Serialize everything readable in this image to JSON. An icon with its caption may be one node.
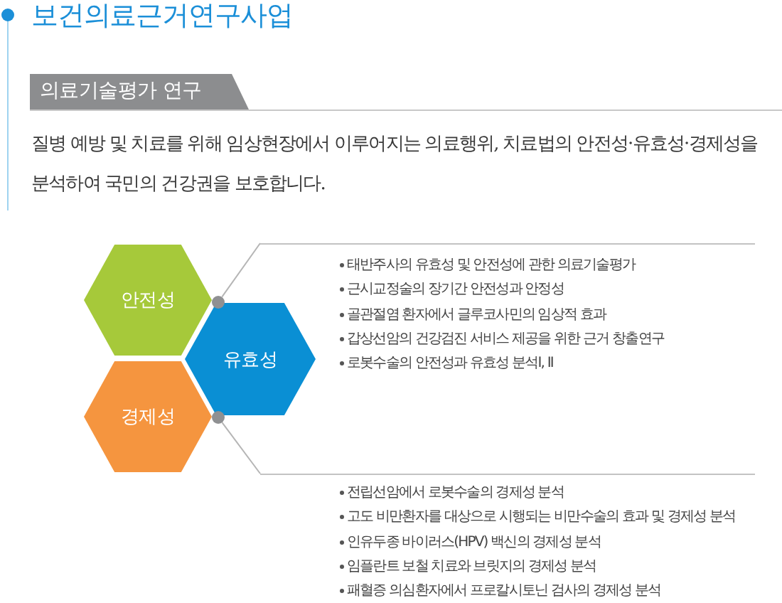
{
  "diagram": {
    "title": "보건의료근거연구사업",
    "nodes": [
      {
        "text": [
          "의료기술평가 연구"
        ]
      },
      {
        "text": [
          "안전성"
        ]
      },
      {
        "text": [
          "유효성"
        ]
      },
      {
        "text": [
          "경제성"
        ]
      },
      {
        "text": [],
        "shape": "circle"
      },
      {
        "text": [],
        "shape": "circle"
      },
      {
        "text": [
          "태반주사의 유효성 및 안전성에 관한 의료기술평가",
          "근시교정술의 장기간 안전성과 안정성",
          "골관절염 환자에서 글루코사민의 임상적 효과",
          "갑상선암의 건강검진 서비스 제공을 위한 근거 창출연구",
          "로봇수술의 안전성과 유효성 분석Ⅰ, Ⅱ"
        ]
      },
      {
        "text": [
          "전립선암에서 로봇수술의 경제성 분석",
          "고도 비만환자를 대상으로 시행되는 비만수술의 효과 및 경제성 분석",
          "인유두종 바이러스(HPV) 백신의 경제성 분석",
          "임플란트 보철 치료와 브릿지의 경제성 분석",
          "패혈증 의심환자에서 프로칼시토닌 검사의 경제성 분석"
        ]
      }
    ],
    "edges": [
      {
        "from": 4,
        "to": 6,
        "arrow": "none"
      },
      {
        "from": 5,
        "to": 7,
        "arrow": "none"
      }
    ],
    "labels": [
      "질병 예방 및 치료를 위해 임상현장에서 이루어지는 의료행위, 치료법의 안전성·유효성·경제성을 분석하여 국민의 건강권을 보호합니다."
    ]
  }
}
